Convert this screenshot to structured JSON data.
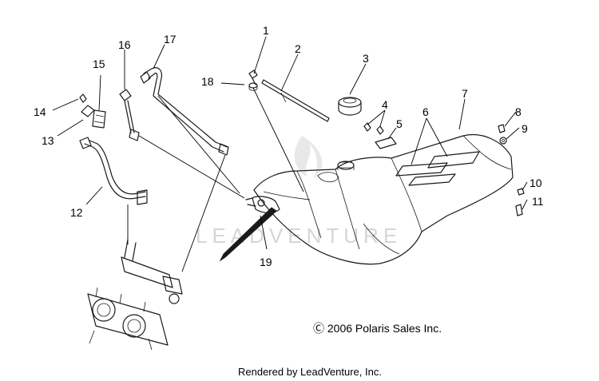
{
  "callouts": [
    {
      "id": "1",
      "text": "1"
    },
    {
      "id": "2",
      "text": "2"
    },
    {
      "id": "3",
      "text": "3"
    },
    {
      "id": "4",
      "text": "4"
    },
    {
      "id": "5",
      "text": "5"
    },
    {
      "id": "6",
      "text": "6"
    },
    {
      "id": "7",
      "text": "7"
    },
    {
      "id": "8",
      "text": "8"
    },
    {
      "id": "9",
      "text": "9"
    },
    {
      "id": "10",
      "text": "10"
    },
    {
      "id": "11",
      "text": "11"
    },
    {
      "id": "12",
      "text": "12"
    },
    {
      "id": "13",
      "text": "13"
    },
    {
      "id": "14",
      "text": "14"
    },
    {
      "id": "15",
      "text": "15"
    },
    {
      "id": "16",
      "text": "16"
    },
    {
      "id": "17",
      "text": "17"
    },
    {
      "id": "18",
      "text": "18"
    },
    {
      "id": "19",
      "text": "19"
    }
  ],
  "copyright": "Ⓒ 2006 Polaris Sales Inc.",
  "footer": "Rendered by LeadVenture, Inc.",
  "watermark": "LEADVENTURE"
}
